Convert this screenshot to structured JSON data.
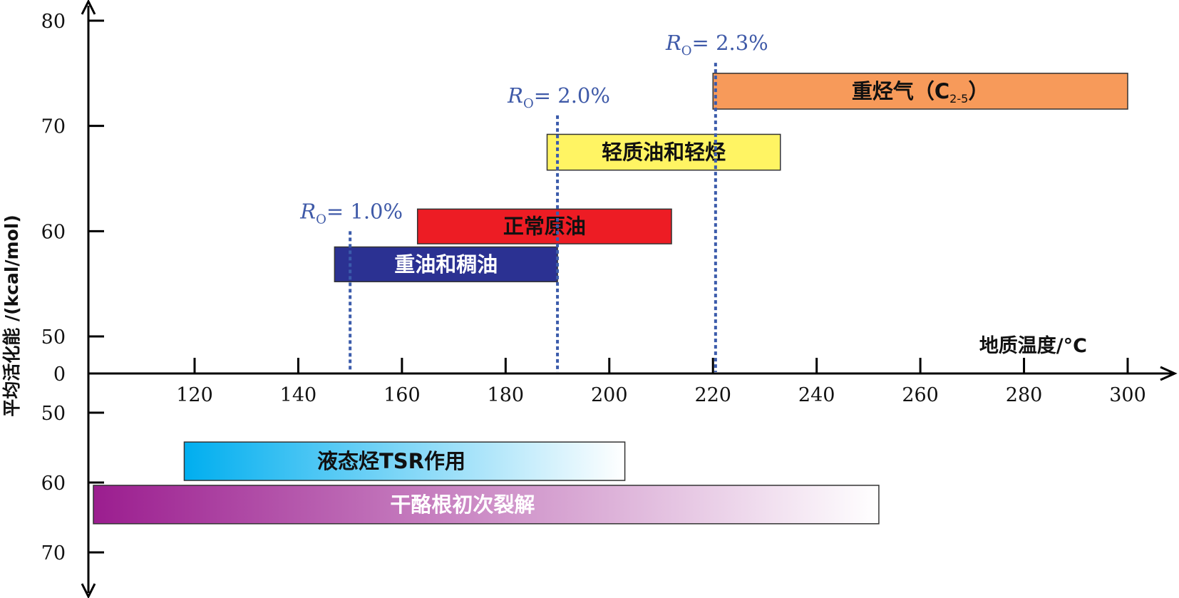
{
  "chart_data": {
    "type": "bar",
    "subtype": "horizontal-range",
    "ylabel": "平均活化能 /(kcal/mol)",
    "xlabel": "地质温度/°C",
    "x_ticks": [
      "120",
      "140",
      "160",
      "180",
      "200",
      "220",
      "240",
      "260",
      "280",
      "300"
    ],
    "y_ticks_upper": [
      "80",
      "70",
      "60",
      "50",
      "0"
    ],
    "y_ticks_lower": [
      "50",
      "60",
      "70"
    ],
    "ylim_upper": [
      50,
      80
    ],
    "ylim_lower": [
      50,
      70
    ],
    "xlim": [
      102,
      310
    ],
    "bars_upper": [
      {
        "label": "重油和稠油",
        "x_start": 147,
        "x_end": 190,
        "y_low": 55.2,
        "y_high": 58.5,
        "color": "#2b3192",
        "text_color": "#ffffff"
      },
      {
        "label": "正常原油",
        "x_start": 163,
        "x_end": 212,
        "y_low": 58.8,
        "y_high": 62.1,
        "color": "#ed1c24",
        "text_color": "#111111"
      },
      {
        "label": "轻质油和轻烃",
        "x_start": 188,
        "x_end": 233,
        "y_low": 65.8,
        "y_high": 69.2,
        "color": "#fff463",
        "text_color": "#111111"
      },
      {
        "label": "重烃气（C",
        "sub": "2-5",
        "suffix": "）",
        "x_start": 220,
        "x_end": 300,
        "y_low": 71.6,
        "y_high": 75.0,
        "color": "#f79a5a",
        "text_color": "#111111"
      }
    ],
    "bars_lower": [
      {
        "label": "液态烃TSR作用",
        "x_start": 118,
        "x_end": 203,
        "y_low": 54.2,
        "y_high": 59.7,
        "gradient": [
          "#00aeef",
          "#ffffff"
        ],
        "text_color": "#111111"
      },
      {
        "label": "干酪根初次裂解",
        "x_start": 102,
        "x_end": 252,
        "y_low": 60.4,
        "y_high": 65.9,
        "gradient": [
          "#9b1d8f",
          "#ffffff"
        ],
        "text_color": "#ffffff"
      }
    ],
    "ro_lines": [
      {
        "prefix": "R",
        "sub": "O",
        "value": "= 1.0%",
        "x": 150,
        "y_top": 60.0
      },
      {
        "prefix": "R",
        "sub": "O",
        "value": "= 2.0%",
        "x": 190,
        "y_top": 71.0
      },
      {
        "prefix": "R",
        "sub": "O",
        "value": "= 2.3%",
        "x": 220.5,
        "y_top": 76.0
      }
    ],
    "colors": {
      "ro_line": "#3b5bab",
      "ro_text": "#3f5aa8",
      "axis": "#000000"
    }
  }
}
